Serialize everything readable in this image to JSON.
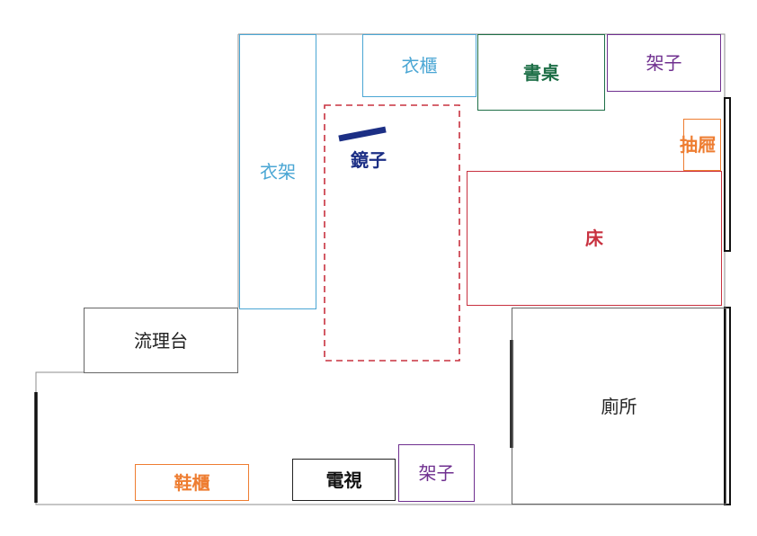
{
  "colors": {
    "cyan": "#4aa6d4",
    "green": "#1e6f47",
    "purple": "#6f2f8f",
    "orange": "#ee7d31",
    "red": "#c8313f",
    "navy": "#1c2f85",
    "black": "#222222",
    "gray": "#666666"
  },
  "rooms": {
    "wardrobe": "衣櫃",
    "desk": "書桌",
    "shelf_top": "架子",
    "drawer": "抽屜",
    "bed": "床",
    "hanger": "衣架",
    "mirror": "鏡子",
    "sink": "流理台",
    "toilet": "廁所",
    "shoe_cabinet": "鞋櫃",
    "tv": "電視",
    "shelf_bottom": "架子"
  }
}
